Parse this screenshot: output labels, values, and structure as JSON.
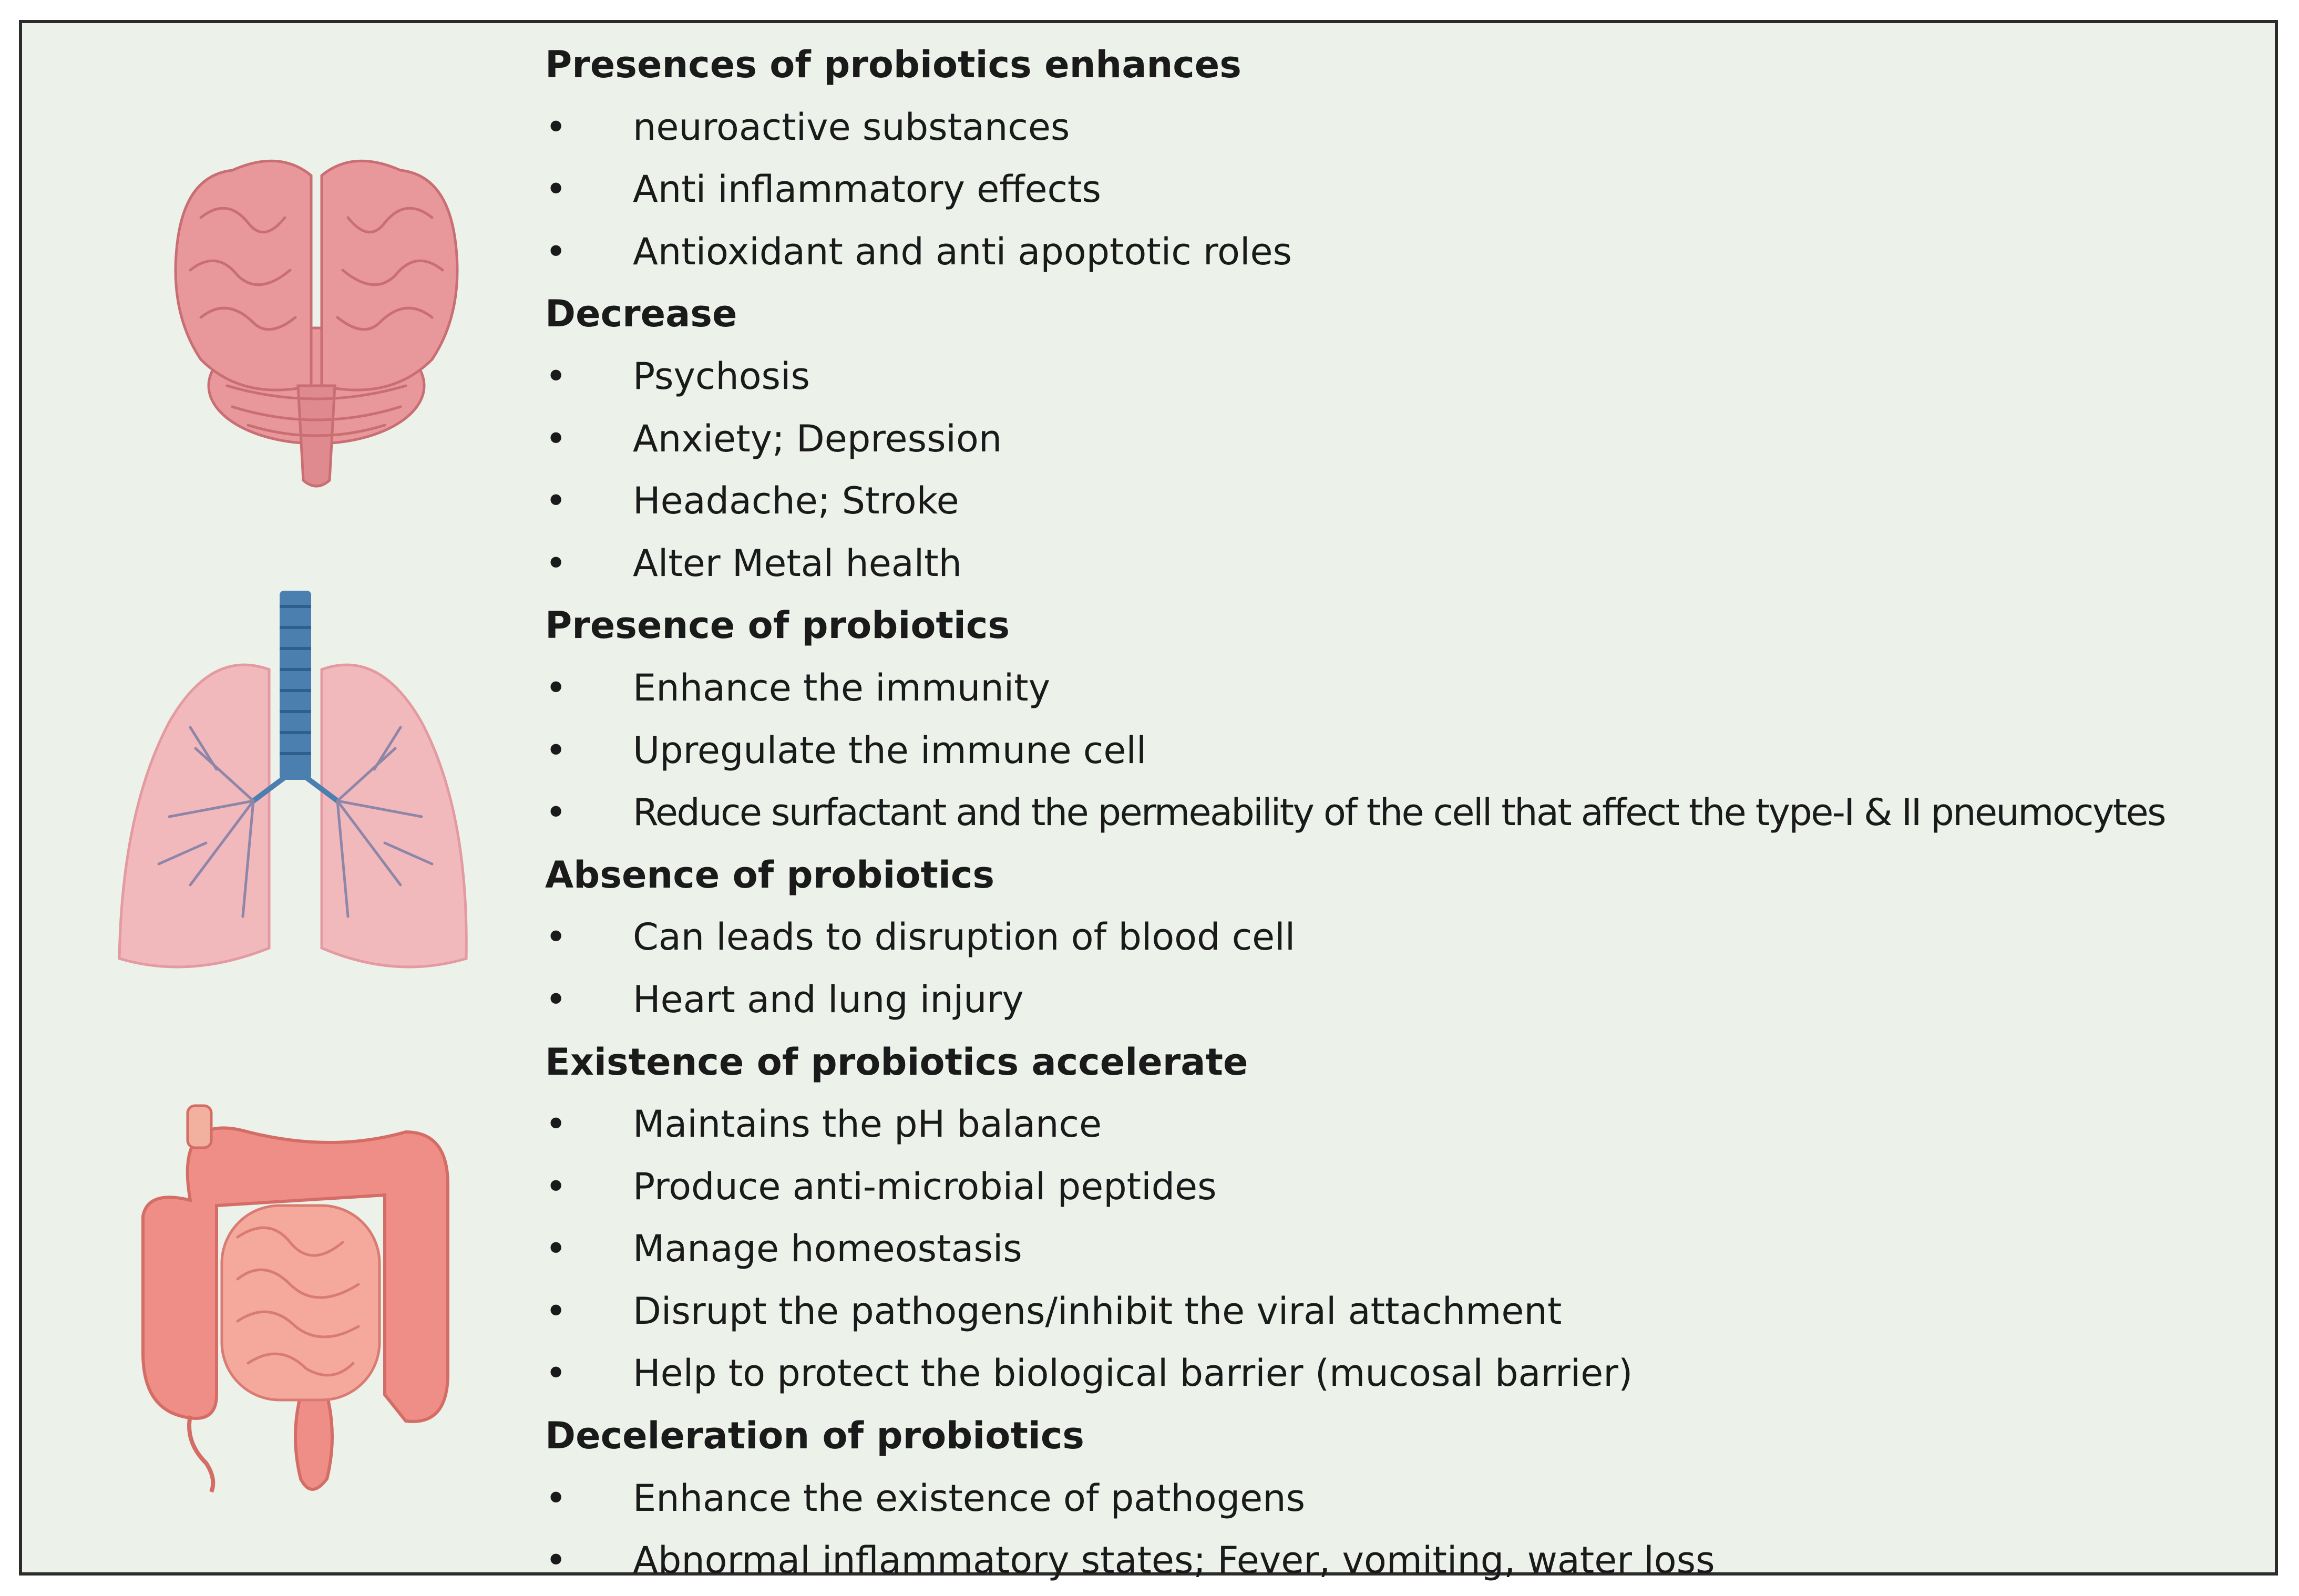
{
  "bullet_char": "•",
  "colors": {
    "background": "#ecf1ea",
    "border": "#2b2b2b",
    "brain": "#e8979a",
    "lungs": "#f2b9bd",
    "trachea": "#4b7fb0",
    "intestine": "#ef8e86"
  },
  "illustrations": [
    "brain-illustration",
    "lungs-illustration",
    "intestine-illustration"
  ],
  "sections": [
    {
      "heading": "Presences of probiotics enhances",
      "items": [
        "neuroactive substances",
        "Anti inflammatory effects",
        "Antioxidant and anti apoptotic roles"
      ]
    },
    {
      "heading": "Decrease",
      "items": [
        "Psychosis",
        "Anxiety; Depression",
        "Headache; Stroke",
        "Alter Metal health"
      ]
    },
    {
      "heading": "Presence of probiotics",
      "items": [
        "Enhance the immunity",
        "Upregulate the immune cell",
        "Reduce surfactant and the permeability of the cell that affect the type-I & II pneumocytes"
      ]
    },
    {
      "heading": "Absence of probiotics",
      "items": [
        "Can leads to disruption of blood cell",
        "Heart and lung injury"
      ]
    },
    {
      "heading": "Existence of probiotics accelerate",
      "items": [
        "Maintains the pH balance",
        "Produce anti-microbial peptides",
        "Manage homeostasis",
        "Disrupt the pathogens/inhibit the viral attachment",
        "Help to protect the biological barrier (mucosal barrier)"
      ]
    },
    {
      "heading": "Deceleration of probiotics",
      "items": [
        "Enhance the existence of pathogens",
        "Abnormal inflammatory states; Fever, vomiting, water loss"
      ]
    }
  ]
}
